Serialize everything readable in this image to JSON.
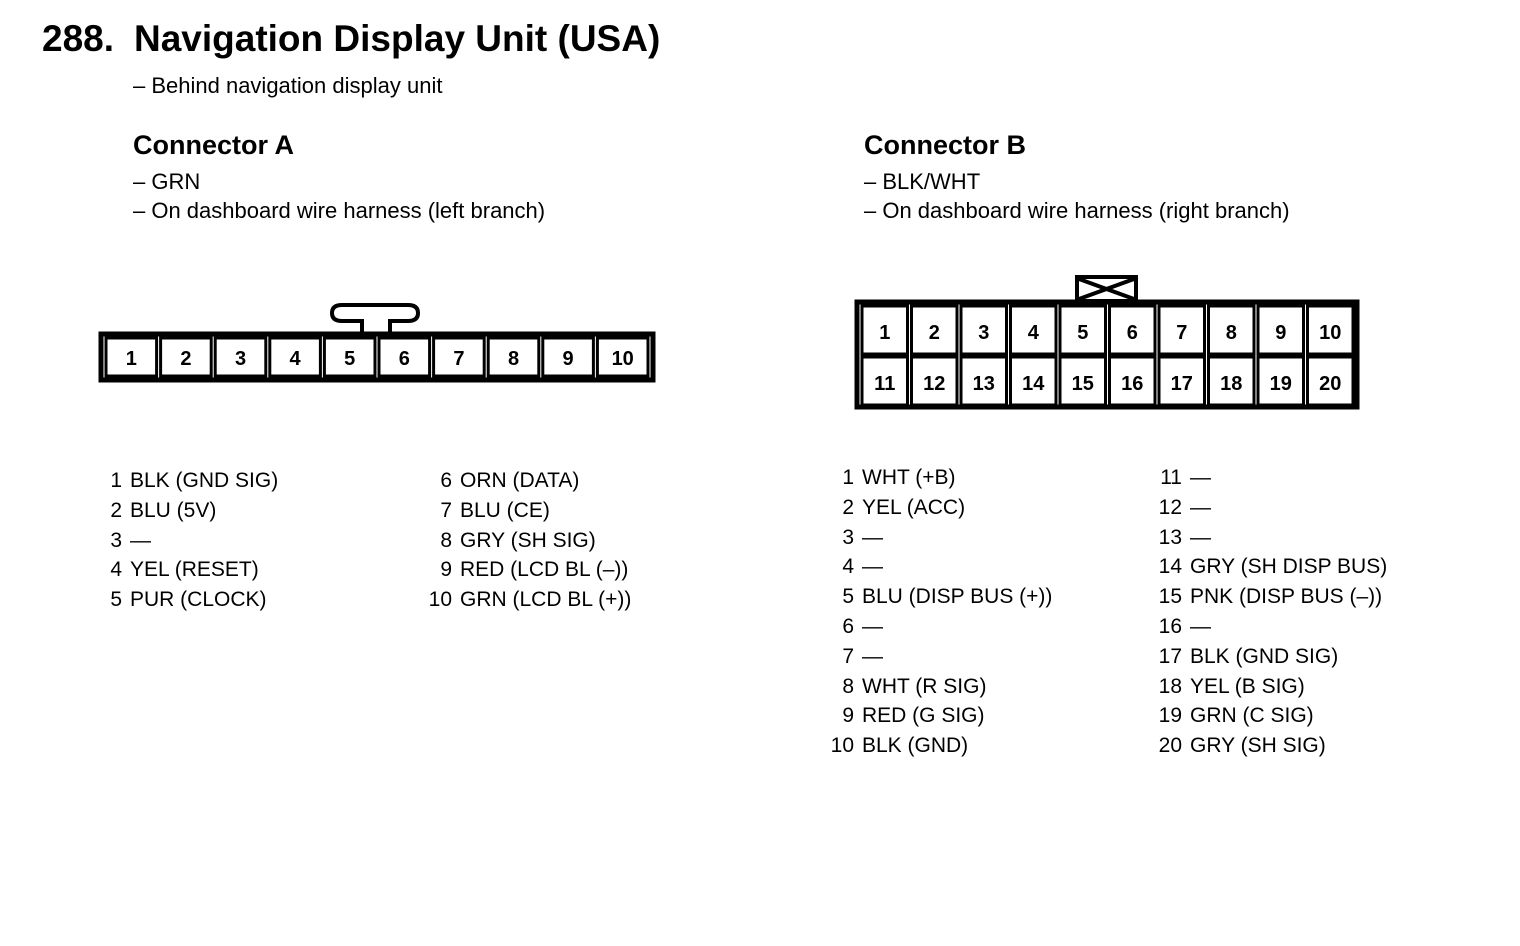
{
  "header": {
    "number": "288.",
    "title": "Navigation Display Unit (USA)",
    "location": "– Behind navigation display unit"
  },
  "connector_a": {
    "name": "Connector A",
    "color": "– GRN",
    "harness": "– On dashboard wire harness (left branch)",
    "cavities": [
      "1",
      "2",
      "3",
      "4",
      "5",
      "6",
      "7",
      "8",
      "9",
      "10"
    ],
    "pins": [
      {
        "num": "1",
        "wire": "BLK (GND SIG)"
      },
      {
        "num": "2",
        "wire": "BLU (5V)"
      },
      {
        "num": "3",
        "wire": "—"
      },
      {
        "num": "4",
        "wire": "YEL (RESET)"
      },
      {
        "num": "5",
        "wire": "PUR (CLOCK)"
      },
      {
        "num": "6",
        "wire": "ORN (DATA)"
      },
      {
        "num": "7",
        "wire": "BLU (CE)"
      },
      {
        "num": "8",
        "wire": "GRY (SH SIG)"
      },
      {
        "num": "9",
        "wire": "RED (LCD BL (–))"
      },
      {
        "num": "10",
        "wire": "GRN (LCD BL (+))"
      }
    ]
  },
  "connector_b": {
    "name": "Connector B",
    "color": "– BLK/WHT",
    "harness": "– On dashboard wire harness (right branch)",
    "cavities_top": [
      "1",
      "2",
      "3",
      "4",
      "5",
      "6",
      "7",
      "8",
      "9",
      "10"
    ],
    "cavities_bottom": [
      "11",
      "12",
      "13",
      "14",
      "15",
      "16",
      "17",
      "18",
      "19",
      "20"
    ],
    "pins": [
      {
        "num": "1",
        "wire": "WHT (+B)"
      },
      {
        "num": "2",
        "wire": "YEL (ACC)"
      },
      {
        "num": "3",
        "wire": "—"
      },
      {
        "num": "4",
        "wire": "—"
      },
      {
        "num": "5",
        "wire": "BLU (DISP BUS (+))"
      },
      {
        "num": "6",
        "wire": "—"
      },
      {
        "num": "7",
        "wire": "—"
      },
      {
        "num": "8",
        "wire": "WHT (R SIG)"
      },
      {
        "num": "9",
        "wire": "RED (G SIG)"
      },
      {
        "num": "10",
        "wire": "BLK (GND)"
      },
      {
        "num": "11",
        "wire": "—"
      },
      {
        "num": "12",
        "wire": "—"
      },
      {
        "num": "13",
        "wire": "—"
      },
      {
        "num": "14",
        "wire": "GRY (SH DISP BUS)"
      },
      {
        "num": "15",
        "wire": "PNK (DISP BUS (–))"
      },
      {
        "num": "16",
        "wire": "—"
      },
      {
        "num": "17",
        "wire": "BLK (GND SIG)"
      },
      {
        "num": "18",
        "wire": "YEL (B SIG)"
      },
      {
        "num": "19",
        "wire": "GRN (C SIG)"
      },
      {
        "num": "20",
        "wire": "GRY (SH SIG)"
      }
    ]
  }
}
